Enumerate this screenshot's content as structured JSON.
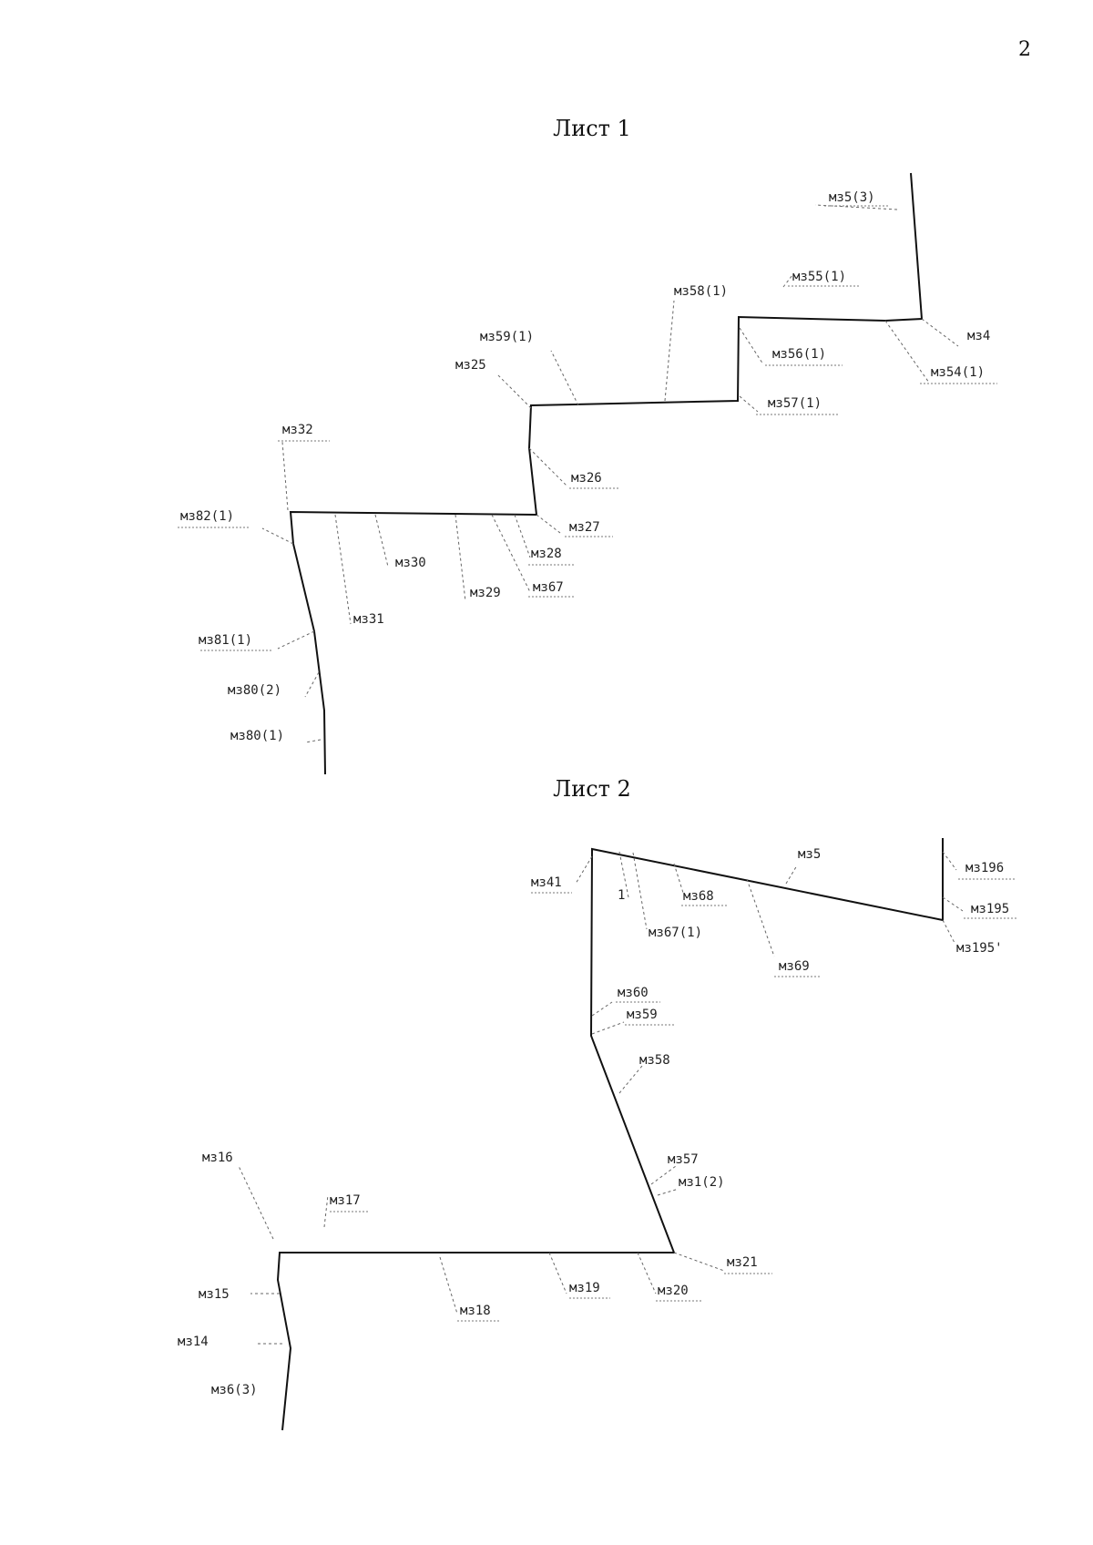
{
  "page_number": "2",
  "sheets": [
    {
      "title": "Лист 1",
      "labels": [
        "мз5(3)",
        "мз55(1)",
        "мз58(1)",
        "мз4",
        "мз54(1)",
        "мз56(1)",
        "мз57(1)",
        "мз59(1)",
        "мз25",
        "мз32",
        "мз26",
        "мз82(1)",
        "мз27",
        "мз28",
        "мз30",
        "мз67",
        "мз29",
        "мз31",
        "мз81(1)",
        "мз80(2)",
        "мз80(1)"
      ]
    },
    {
      "title": "Лист 2",
      "labels": [
        "мз5",
        "мз196",
        "мз41",
        "1",
        "мз68",
        "мз195",
        "мз67(1)",
        "мз195'",
        "мз69",
        "мз60",
        "мз59",
        "мз58",
        "мз57",
        "мз1(2)",
        "мз16",
        "мз17",
        "мз21",
        "мз15",
        "мз19",
        "мз20",
        "мз18",
        "мз14",
        "мз6(3)"
      ]
    }
  ]
}
